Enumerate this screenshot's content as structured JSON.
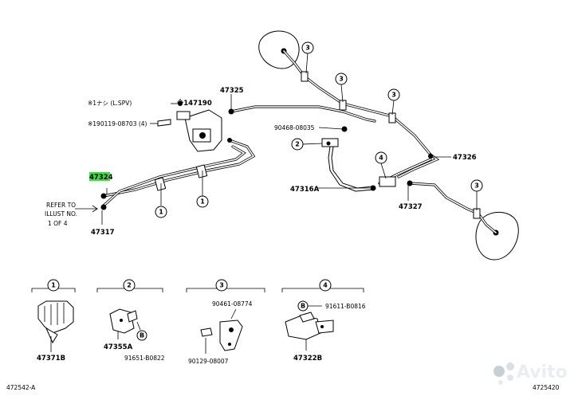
{
  "main_view": {
    "notes": {
      "note1": "※1ナシ (L.SPV)",
      "note1_part": "※147190",
      "note2": "※190119-08703 (4)"
    },
    "refer": {
      "line1": "REFER TO",
      "line2": "ILLUST NO.",
      "line3": "1  OF  4"
    },
    "parts": {
      "p47325": "47325",
      "p47324": "47324",
      "p47317": "47317",
      "p90468": "90468-08035",
      "p47326": "47326",
      "p47316a": "47316A",
      "p47327": "47327"
    },
    "callouts": {
      "c1a": "1",
      "c1b": "1",
      "c2": "2",
      "c3a": "3",
      "c3b": "3",
      "c3c": "3",
      "c3d": "3",
      "c4": "4"
    },
    "highlight_color": "#43d943"
  },
  "details": {
    "d1": {
      "num": "1",
      "part": "47371B"
    },
    "d2": {
      "num": "2",
      "part_a": "47355A",
      "letter": "B",
      "part_b": "91651-B0822"
    },
    "d3": {
      "num": "3",
      "part_a": "90461-08774",
      "part_b": "90129-08007"
    },
    "d4": {
      "num": "4",
      "letter": "B",
      "part_a": "91611-B0816",
      "part_b": "47322B"
    }
  },
  "footer": {
    "left_code": "472542-A",
    "right_code": "4725420",
    "watermark": "Avito"
  }
}
